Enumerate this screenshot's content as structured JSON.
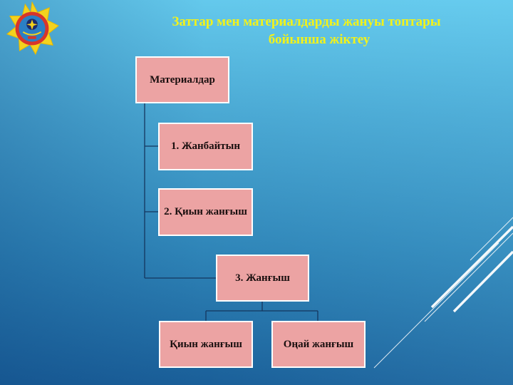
{
  "slide": {
    "title_line1": "Заттар мен материалдарды жануы топтары",
    "title_line2": "бойынша жіктеу",
    "logo": "emergency-service-star-emblem"
  },
  "diagram": {
    "type": "hierarchy",
    "root": {
      "label": "Материалдар"
    },
    "children": [
      {
        "label": "1. Жанбайтын"
      },
      {
        "label": "2. Қиын жанғыш"
      },
      {
        "label": "3. Жанғыш",
        "children": [
          {
            "label": "Қиын жанғыш"
          },
          {
            "label": "Оңай жанғыш"
          }
        ]
      }
    ]
  },
  "colors": {
    "title": "#f2f21a",
    "box_fill": "#eca3a3",
    "box_border": "#ffffff",
    "connector": "#14365e",
    "background_top": "#64c9ec",
    "background_bottom": "#1a5f99"
  }
}
